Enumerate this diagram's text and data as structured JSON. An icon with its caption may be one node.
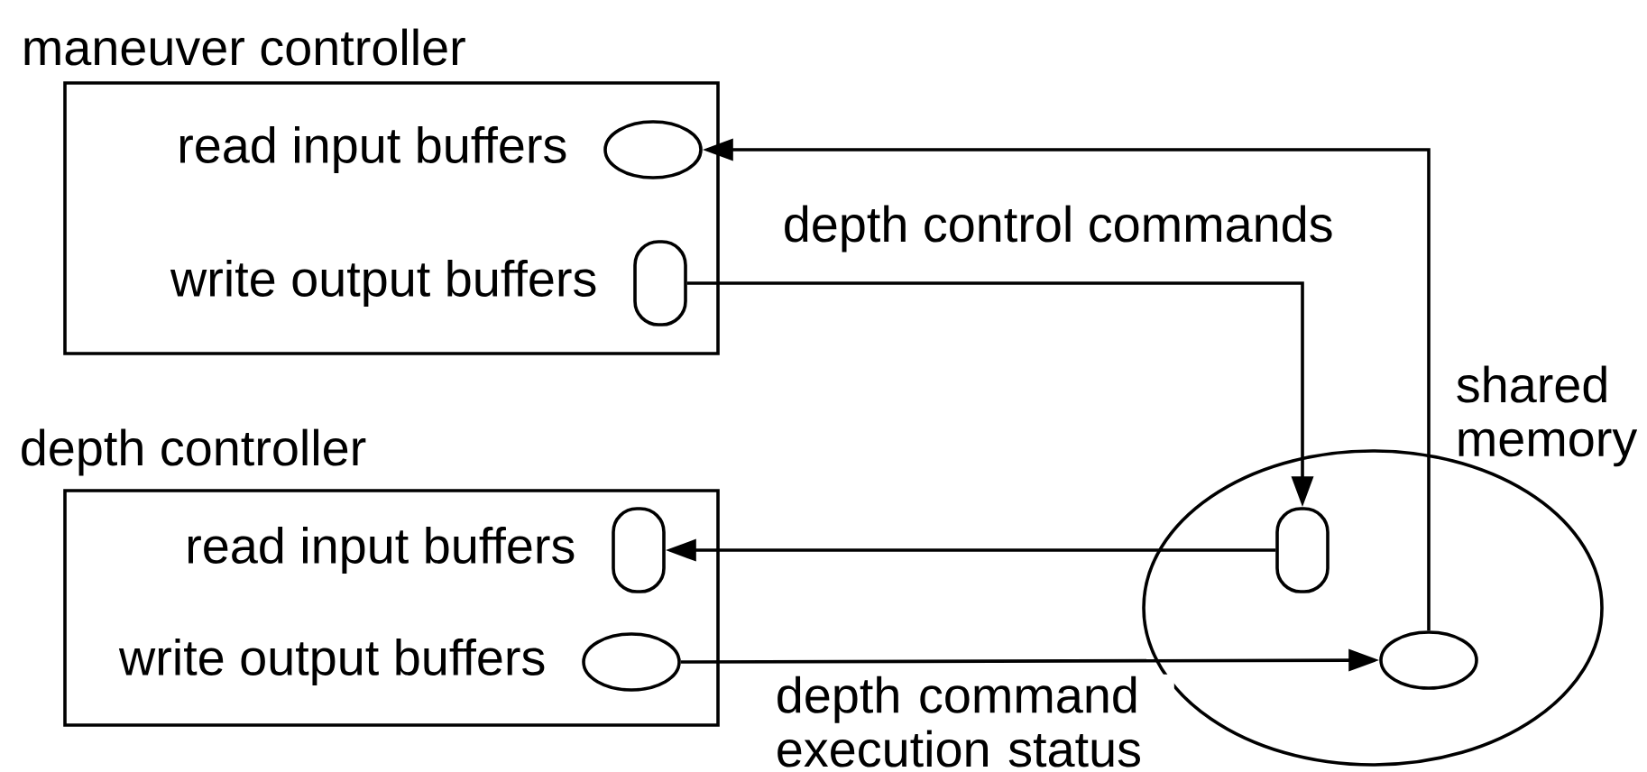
{
  "diagram": {
    "nodes": [
      {
        "text": [
          "maneuver controller"
        ]
      },
      {
        "text": [],
        "shape": "ellipse",
        "in": 0,
        "beside": [
          "read input buffers"
        ]
      },
      {
        "text": [],
        "shape": "capsule",
        "in": 0,
        "beside": [
          "write output buffers"
        ]
      },
      {
        "text": [
          "depth controller"
        ]
      },
      {
        "text": [],
        "shape": "capsule",
        "in": 3,
        "beside": [
          "read input buffers"
        ]
      },
      {
        "text": [],
        "shape": "ellipse",
        "in": 3,
        "beside": [
          "write output buffers"
        ]
      },
      {
        "text": [
          "shared memory"
        ]
      },
      {
        "text": [],
        "shape": "capsule",
        "in": 6
      },
      {
        "text": [],
        "shape": "ellipse",
        "in": 6
      }
    ],
    "edges": [
      {
        "from": 2,
        "to": 7,
        "arrow": "to",
        "label": "depth control commands"
      },
      {
        "from": 7,
        "to": 4,
        "arrow": "to"
      },
      {
        "from": 5,
        "to": 8,
        "arrow": "to",
        "label": "depth command execution status"
      },
      {
        "from": 8,
        "to": 1,
        "arrow": "to"
      }
    ]
  }
}
